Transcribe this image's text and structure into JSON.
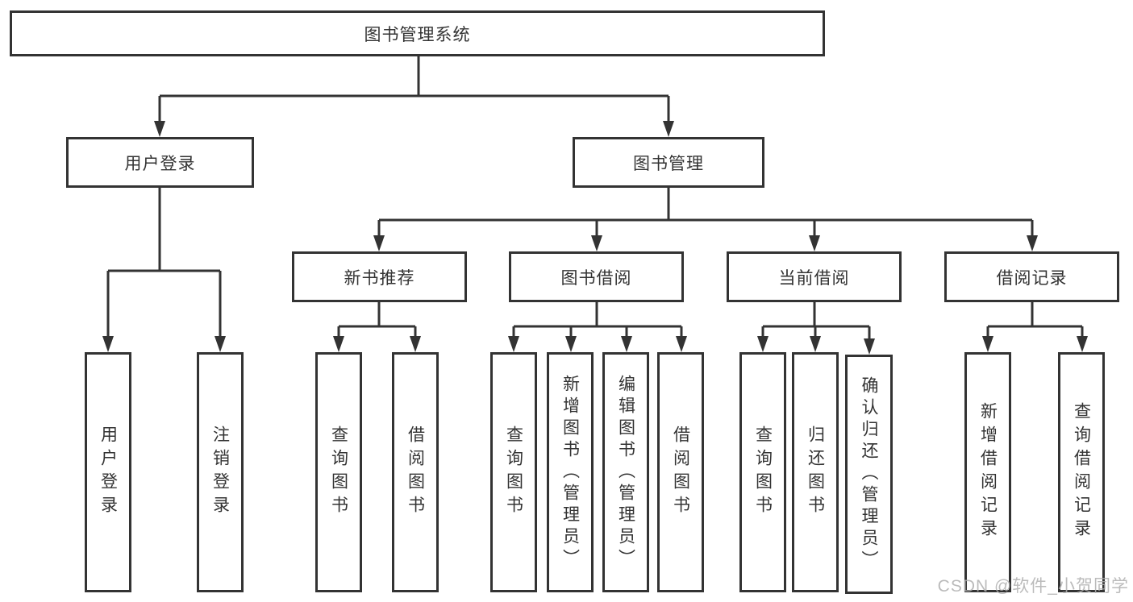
{
  "tree": {
    "root": {
      "label": "图书管理系统"
    },
    "level1": [
      {
        "label": "用户登录",
        "children": [
          {
            "label": "用户登录"
          },
          {
            "label": "注销登录"
          }
        ]
      },
      {
        "label": "图书管理",
        "children": [
          {
            "label": "新书推荐",
            "children": [
              {
                "label": "查询图书"
              },
              {
                "label": "借阅图书"
              }
            ]
          },
          {
            "label": "图书借阅",
            "children": [
              {
                "label": "查询图书"
              },
              {
                "label": "新增图书（管理员）"
              },
              {
                "label": "编辑图书（管理员）"
              },
              {
                "label": "借阅图书"
              }
            ]
          },
          {
            "label": "当前借阅",
            "children": [
              {
                "label": "查询图书"
              },
              {
                "label": "归还图书"
              },
              {
                "label": "确认归还（管理员）"
              }
            ]
          },
          {
            "label": "借阅记录",
            "children": [
              {
                "label": "新增借阅记录"
              },
              {
                "label": "查询借阅记录"
              }
            ]
          }
        ]
      }
    ]
  },
  "watermark": {
    "text": "CSDN @软件_小贺同学"
  },
  "colors": {
    "line": "#333333",
    "text": "#333333",
    "background": "#ffffff",
    "watermark": "#b0b0b0"
  }
}
